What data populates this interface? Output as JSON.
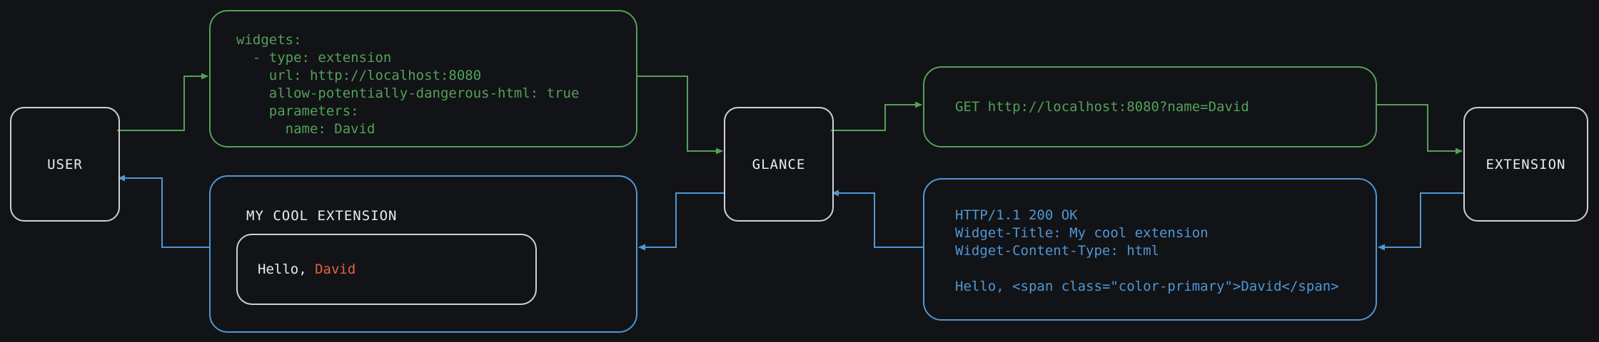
{
  "colors": {
    "background": "#121316",
    "green": "#53a158",
    "blue": "#4f97d7",
    "orange": "#e8613c",
    "white": "#e9ebed",
    "node_border": "#ccd1d6"
  },
  "nodes": {
    "user": {
      "label": "USER"
    },
    "glance": {
      "label": "GLANCE"
    },
    "extension": {
      "label": "EXTENSION"
    }
  },
  "config_box": {
    "lines": [
      "widgets:",
      "  - type: extension",
      "    url: http://localhost:8080",
      "    allow-potentially-dangerous-html: true",
      "    parameters:",
      "      name: David"
    ]
  },
  "request_box": {
    "text": "GET http://localhost:8080?name=David"
  },
  "response_box": {
    "lines": [
      "HTTP/1.1 200 OK",
      "Widget-Title: My cool extension",
      "Widget-Content-Type: html",
      "",
      "Hello, <span class=\"color-primary\">David</span>"
    ]
  },
  "widget_box": {
    "title": "MY COOL EXTENSION",
    "greeting_prefix": "Hello, ",
    "greeting_name": "David"
  }
}
